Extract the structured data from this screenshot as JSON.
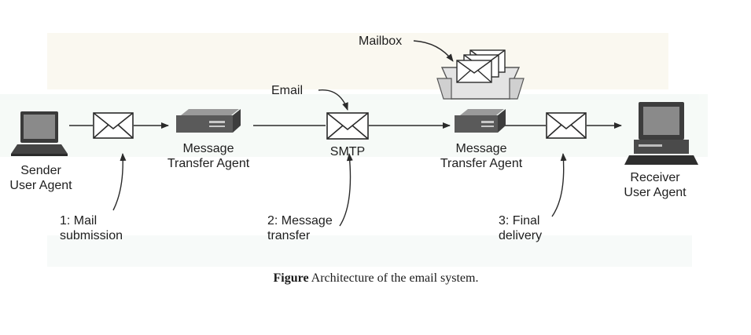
{
  "diagram": {
    "nodes": {
      "sender": {
        "line1": "Sender",
        "line2": "User Agent"
      },
      "mta_left": {
        "line1": "Message",
        "line2": "Transfer Agent"
      },
      "smtp": {
        "label": "SMTP"
      },
      "mta_right": {
        "line1": "Message",
        "line2": "Transfer Agent"
      },
      "receiver": {
        "line1": "Receiver",
        "line2": "User Agent"
      }
    },
    "annotations": {
      "email": "Email",
      "mailbox": "Mailbox",
      "step1": {
        "line1": "1: Mail",
        "line2": "submission"
      },
      "step2": {
        "line1": "2: Message",
        "line2": "transfer"
      },
      "step3": {
        "line1": "3: Final",
        "line2": "delivery"
      }
    },
    "caption": {
      "prefix": "Figure",
      "text": " Architecture of the email system."
    },
    "colors": {
      "line": "#2a2a2a",
      "envelope_fill": "#ffffff",
      "device_body": "#555555",
      "background_tint": "#f3f7f1"
    }
  }
}
